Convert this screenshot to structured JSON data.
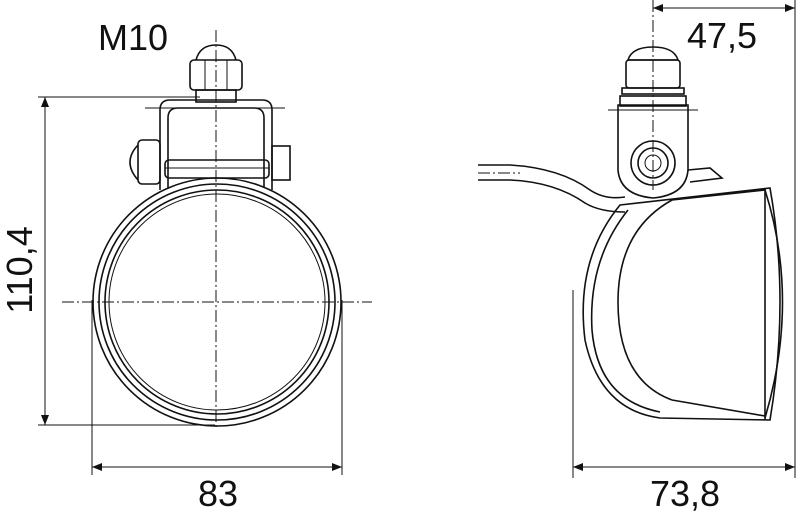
{
  "labels": {
    "thread": "M10",
    "height": "110,4",
    "width_front": "83",
    "depth": "73,8",
    "depth_to_pivot": "47,5"
  },
  "colors": {
    "line": "#111111",
    "background": "#ffffff"
  }
}
